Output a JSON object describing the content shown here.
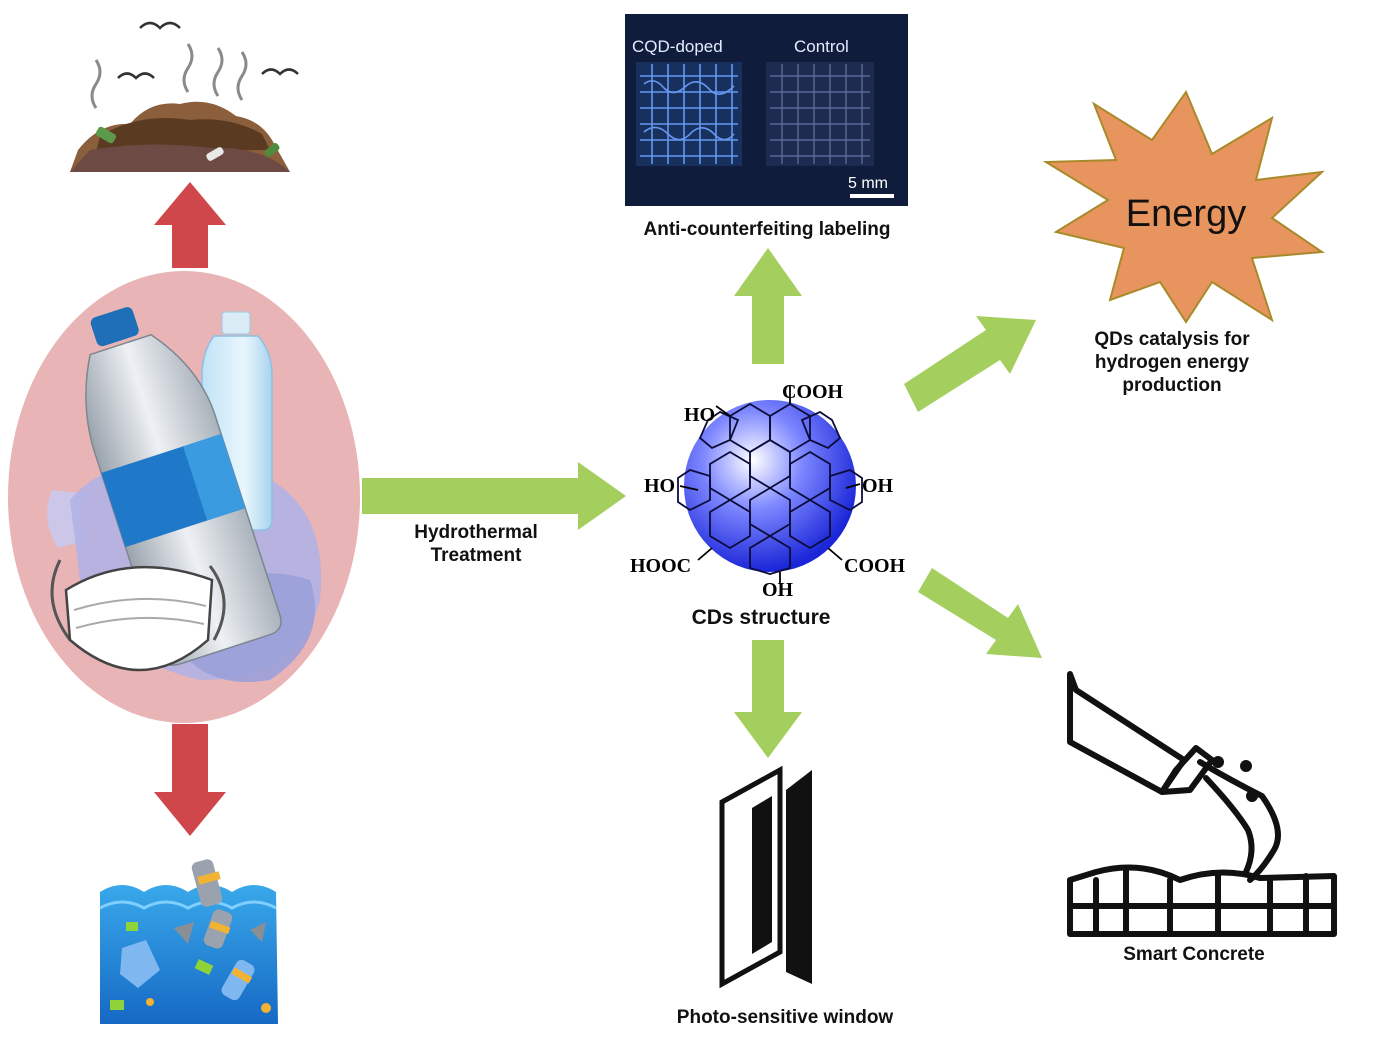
{
  "process": {
    "label": "Hydrothermal\nTreatment"
  },
  "center": {
    "caption": "CDs structure",
    "groups": {
      "top_right": "COOH",
      "top_left": "HO",
      "mid_left": "HO",
      "mid_right": "OH",
      "bottom_left": "HOOC",
      "bottom_center": "OH",
      "bottom_right": "COOH"
    }
  },
  "anti_counterfeit": {
    "caption": "Anti-counterfeiting labeling",
    "photo_labels": {
      "left": "CQD-doped",
      "right": "Control",
      "scale": "5 mm"
    }
  },
  "energy": {
    "burst_text": "Energy",
    "caption": "QDs catalysis for\nhydrogen energy\nproduction"
  },
  "window": {
    "caption": "Photo-sensitive window"
  },
  "concrete": {
    "caption": "Smart Concrete"
  },
  "colors": {
    "red_arrow": "#d0474b",
    "green_arrow": "#a4cf5f",
    "ellipse": "#e8b4b6",
    "sphere": "#2a3cf0",
    "burst": "#e8945e",
    "photo_bg": "#0f1c3c",
    "water": "#1e8fd8"
  }
}
